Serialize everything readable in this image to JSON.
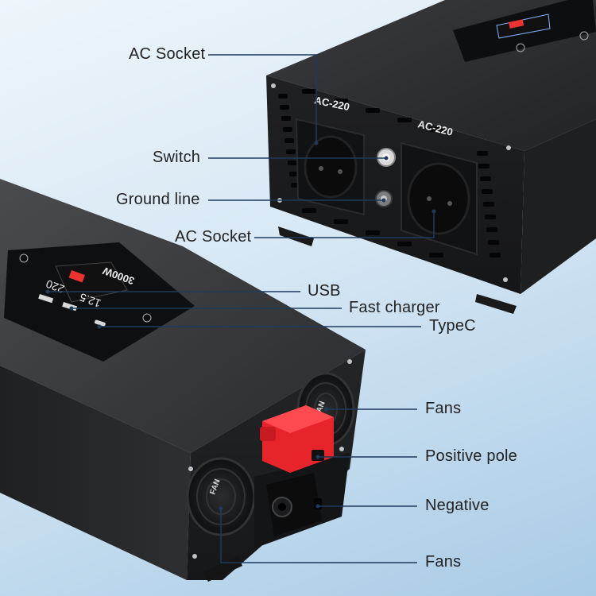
{
  "callouts": {
    "ac_socket_top": "AC Socket",
    "switch": "Switch",
    "ground_line": "Ground line",
    "ac_socket_bottom": "AC Socket",
    "usb": "USB",
    "fast_charger": "Fast charger",
    "typec": "TypeC",
    "fans_top": "Fans",
    "positive_pole": "Positive pole",
    "negative": "Negative",
    "fans_bottom": "Fans"
  },
  "device_markings": {
    "socket_left": "AC-220",
    "socket_right": "AC-220",
    "fan_text": "FAN",
    "power_rating": "3000W",
    "lcd_reading_1": "220",
    "lcd_reading_2": "12.5"
  },
  "colors": {
    "body": "#2b2c2e",
    "panel": "#1c1d1f",
    "terminal_red": "#e8242b",
    "leader_line": "#1f3a5c",
    "background_top": "#eef5fb",
    "background_bottom": "#a9cbe6"
  }
}
